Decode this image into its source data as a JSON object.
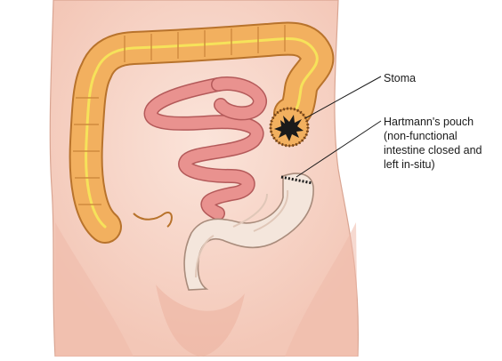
{
  "labels": {
    "stoma": "Stoma",
    "pouch_lines": [
      "Hartmann's pouch",
      "(non-functional",
      "intestine closed and",
      "left in-situ)"
    ]
  },
  "colors": {
    "skin": "#f7d3c6",
    "skin_shadow": "#e9b6a4",
    "colon": "#f2b05f",
    "colon_outline": "#b8732c",
    "colon_vessel": "#f6e25a",
    "small_intestine": "#e9928f",
    "small_intestine_outline": "#b45a5a",
    "rectum": "#f4e6dc",
    "rectum_outline": "#a98c7c",
    "stoma_dark": "#1a1a1a"
  }
}
